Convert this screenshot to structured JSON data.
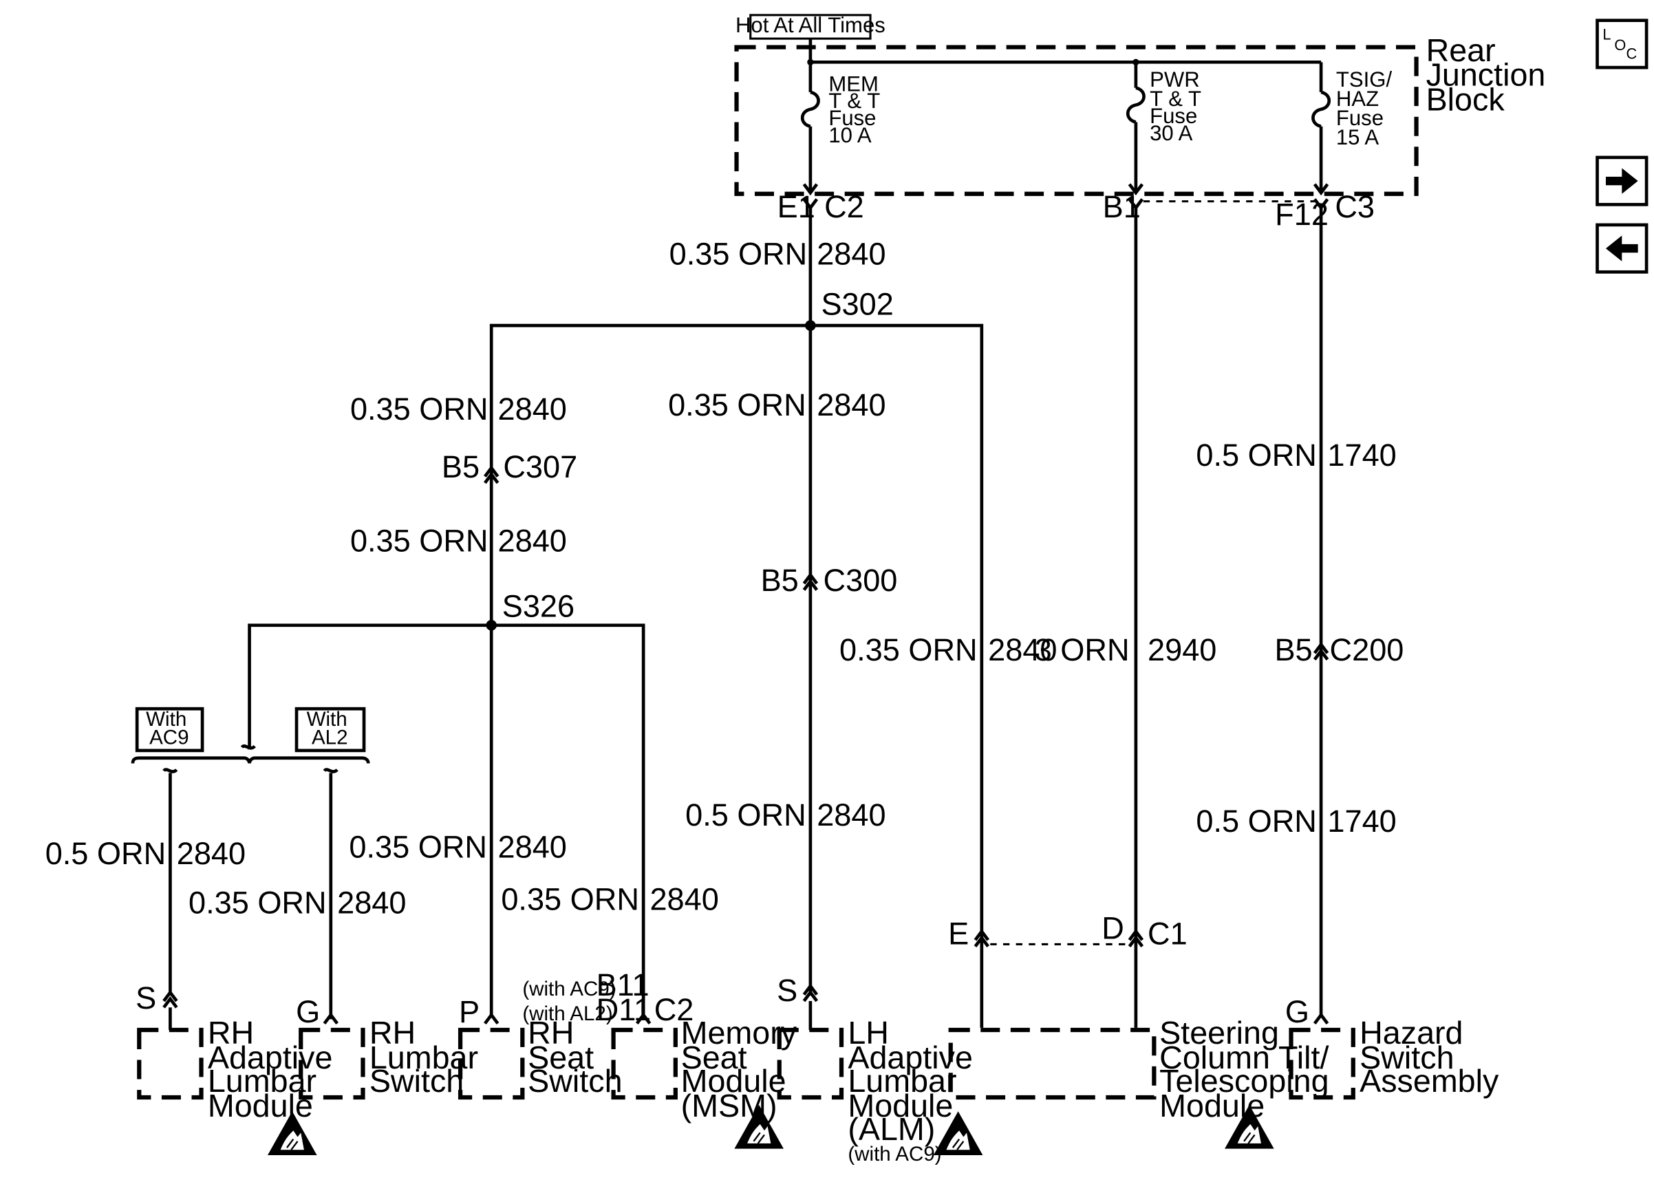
{
  "power": {
    "hot_label": "Hot At All Times",
    "block_name": [
      "Rear",
      "Junction",
      "Block"
    ],
    "fuses": [
      {
        "lines": [
          "MEM",
          "T & T",
          "Fuse",
          "10 A"
        ]
      },
      {
        "lines": [
          "PWR",
          "T & T",
          "Fuse",
          "30 A"
        ]
      },
      {
        "lines": [
          "TSIG/",
          "HAZ",
          "Fuse",
          "15 A"
        ]
      }
    ],
    "pins": {
      "e1": "E1",
      "c2": "C2",
      "b1": "B1",
      "f12": "F12",
      "c3": "C3"
    }
  },
  "nav": {
    "loc_l": "L",
    "loc_o": "O",
    "loc_c": "C",
    "next_icon": "arrow-right",
    "prev_icon": "arrow-left"
  },
  "wires": {
    "w1": {
      "size": "0.35 ORN",
      "circuit": "2840"
    },
    "w_left1": {
      "size": "0.35 ORN",
      "circuit": "2840"
    },
    "w_left2": {
      "size": "0.35 ORN",
      "circuit": "2840"
    },
    "w_mid1": {
      "size": "0.35 ORN",
      "circuit": "2840"
    },
    "w_mid2": {
      "size": "0.5 ORN",
      "circuit": "2840"
    },
    "w_steer": {
      "size": "0.35 ORN",
      "circuit": "2840"
    },
    "w_pwr": {
      "size": "3 ORN",
      "circuit": "2940"
    },
    "w_haz1": {
      "size": "0.5 ORN",
      "circuit": "1740"
    },
    "w_haz2": {
      "size": "0.5 ORN",
      "circuit": "1740"
    },
    "w_rh_alm": {
      "size": "0.5 ORN",
      "circuit": "2840"
    },
    "w_rh_lumbar": {
      "size": "0.35 ORN",
      "circuit": "2840"
    },
    "w_seat": {
      "size": "0.35 ORN",
      "circuit": "2840"
    },
    "w_msm": {
      "size": "0.35 ORN",
      "circuit": "2840"
    }
  },
  "splices": {
    "s302": "S302",
    "s326": "S326"
  },
  "connectors": {
    "c307_pin": "B5",
    "c307": "C307",
    "c300_pin": "B5",
    "c300": "C300",
    "c200_pin": "B5",
    "c200": "C200",
    "c1_e": "E",
    "c1_d": "D",
    "c1": "C1"
  },
  "options": {
    "with_ac9": [
      "With",
      "AC9"
    ],
    "with_al2": [
      "With",
      "AL2"
    ]
  },
  "components": {
    "rh_alm": {
      "pin": "S",
      "lines": [
        "RH",
        "Adaptive",
        "Lumbar",
        "Module"
      ]
    },
    "rh_lumbar": {
      "pin": "G",
      "lines": [
        "RH",
        "Lumbar",
        "Switch"
      ]
    },
    "rh_seat": {
      "pin": "P",
      "lines": [
        "RH",
        "Seat",
        "Switch"
      ]
    },
    "msm": {
      "pin_note1": "(with AC9)",
      "pin1": "B11",
      "pin_note2": "(with AL2)",
      "pin2": "D11",
      "connector": "C2",
      "lines": [
        "Memory",
        "Seat",
        "Module",
        "(MSM)"
      ]
    },
    "lh_alm": {
      "pin": "S",
      "lines": [
        "LH",
        "Adaptive",
        "Lumbar",
        "Module",
        "(ALM)"
      ],
      "note": "(with AC9)"
    },
    "steering": {
      "lines": [
        "Steering",
        "Column Tilt/",
        "Telescoping",
        "Module"
      ]
    },
    "hazard": {
      "pin": "G",
      "lines": [
        "Hazard",
        "Switch",
        "Assembly"
      ]
    }
  },
  "colors": {
    "ink": "#000000",
    "background": "#ffffff"
  }
}
